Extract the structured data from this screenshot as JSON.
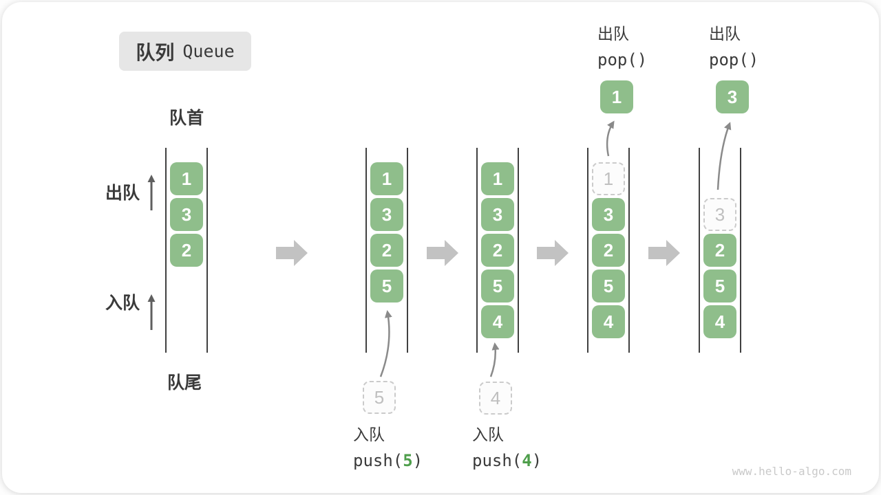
{
  "title": {
    "zh": "队列",
    "en": "Queue"
  },
  "labels": {
    "front": "队首",
    "rear": "队尾",
    "dequeue": "出队",
    "enqueue": "入队"
  },
  "ops": [
    {
      "label": "入队",
      "code_pre": "push(",
      "code_arg": "5",
      "code_post": ")"
    },
    {
      "label": "入队",
      "code_pre": "push(",
      "code_arg": "4",
      "code_post": ")"
    },
    {
      "label": "出队",
      "code_pre": "pop(",
      "code_arg": "",
      "code_post": ")"
    },
    {
      "label": "出队",
      "code_pre": "pop(",
      "code_arg": "",
      "code_post": ")"
    }
  ],
  "queues": [
    {
      "name": "state-initial",
      "boxes": [
        {
          "slot": 0,
          "value": "1",
          "variant": "solid"
        },
        {
          "slot": 1,
          "value": "3",
          "variant": "solid"
        },
        {
          "slot": 2,
          "value": "2",
          "variant": "solid"
        }
      ]
    },
    {
      "name": "state-after-push-5",
      "boxes": [
        {
          "slot": 0,
          "value": "1",
          "variant": "solid"
        },
        {
          "slot": 1,
          "value": "3",
          "variant": "solid"
        },
        {
          "slot": 2,
          "value": "2",
          "variant": "solid"
        },
        {
          "slot": 3,
          "value": "5",
          "variant": "solid"
        }
      ],
      "float": {
        "value": "5",
        "variant": "dashed",
        "role": "incoming"
      }
    },
    {
      "name": "state-after-push-4",
      "boxes": [
        {
          "slot": 0,
          "value": "1",
          "variant": "solid"
        },
        {
          "slot": 1,
          "value": "3",
          "variant": "solid"
        },
        {
          "slot": 2,
          "value": "2",
          "variant": "solid"
        },
        {
          "slot": 3,
          "value": "5",
          "variant": "solid"
        },
        {
          "slot": 4,
          "value": "4",
          "variant": "solid"
        }
      ],
      "float": {
        "value": "4",
        "variant": "dashed",
        "role": "incoming"
      }
    },
    {
      "name": "state-pop-1",
      "boxes": [
        {
          "slot": 0,
          "value": "1",
          "variant": "dashed"
        },
        {
          "slot": 1,
          "value": "3",
          "variant": "solid"
        },
        {
          "slot": 2,
          "value": "2",
          "variant": "solid"
        },
        {
          "slot": 3,
          "value": "5",
          "variant": "solid"
        },
        {
          "slot": 4,
          "value": "4",
          "variant": "solid"
        }
      ],
      "float": {
        "value": "1",
        "variant": "solid",
        "role": "outgoing"
      }
    },
    {
      "name": "state-pop-3",
      "boxes": [
        {
          "slot": 1,
          "value": "3",
          "variant": "dashed"
        },
        {
          "slot": 2,
          "value": "2",
          "variant": "solid"
        },
        {
          "slot": 3,
          "value": "5",
          "variant": "solid"
        },
        {
          "slot": 4,
          "value": "4",
          "variant": "solid"
        }
      ],
      "float": {
        "value": "3",
        "variant": "solid",
        "role": "outgoing"
      }
    }
  ],
  "watermark": "www.hello-algo.com",
  "colors": {
    "box_green": "#8FBE8B",
    "box_digit": "#FFFFFF",
    "code_arg_green": "#4E9E4B",
    "dashed_border": "#CBCBCB",
    "dashed_digit": "#BFBFBF",
    "wall_line": "#404040",
    "text_dark": "#3A3A3A",
    "flow_arrow_gray": "#C2C2C2",
    "thin_arrow_gray": "#8A8A8A",
    "title_bg": "#E6E6E6",
    "watermark_gray": "#C9C9C9"
  }
}
